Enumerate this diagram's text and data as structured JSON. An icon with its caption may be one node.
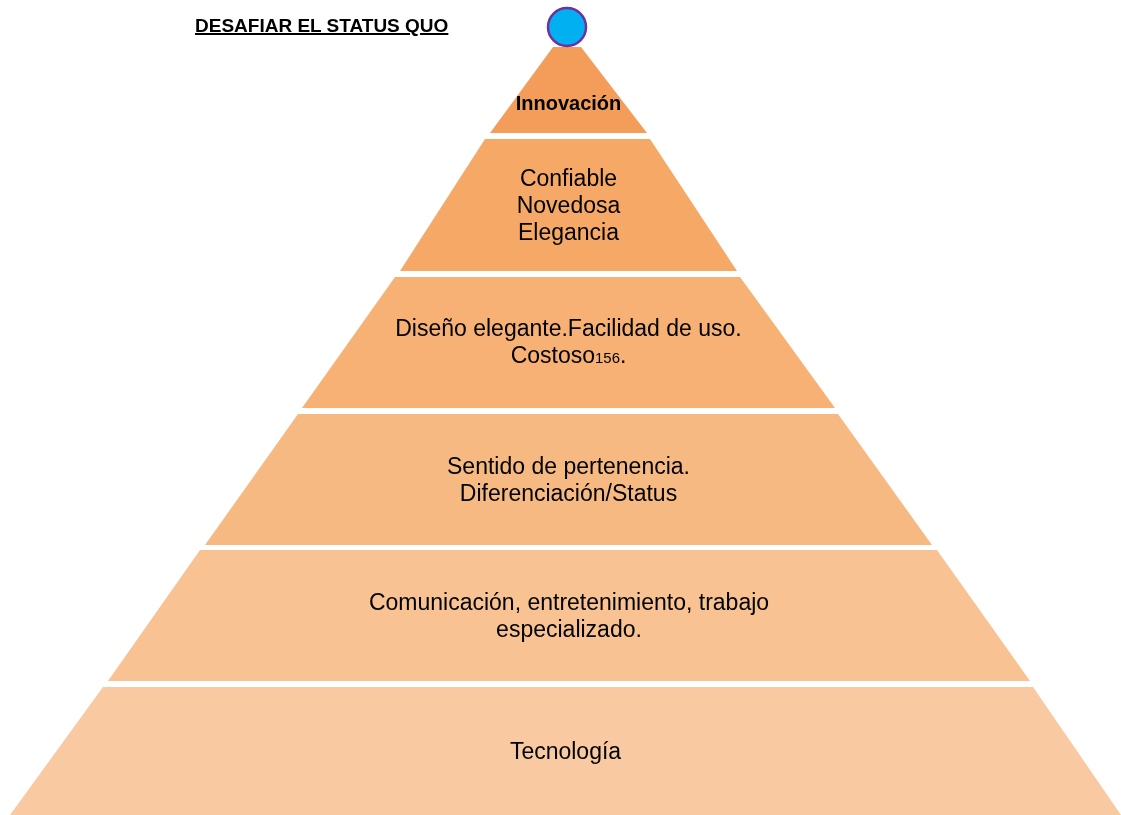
{
  "diagram": {
    "title": "DESAFIAR EL STATUS QUO",
    "nodes": [
      {
        "text": [],
        "shape": "circle"
      },
      {
        "text": [
          "Innovación"
        ]
      },
      {
        "text": [
          "Confiable Novedosa Elegancia"
        ]
      },
      {
        "text": [
          "Diseño elegante.Facilidad de uso. Costoso$_{156}$."
        ]
      },
      {
        "text": [
          "Sentido de pertenencia. Diferenciación/Status"
        ]
      },
      {
        "text": [
          "Comunicación, entretenimiento, trabajo especializado."
        ]
      },
      {
        "text": [
          "Tecnología"
        ]
      }
    ],
    "edges": []
  }
}
